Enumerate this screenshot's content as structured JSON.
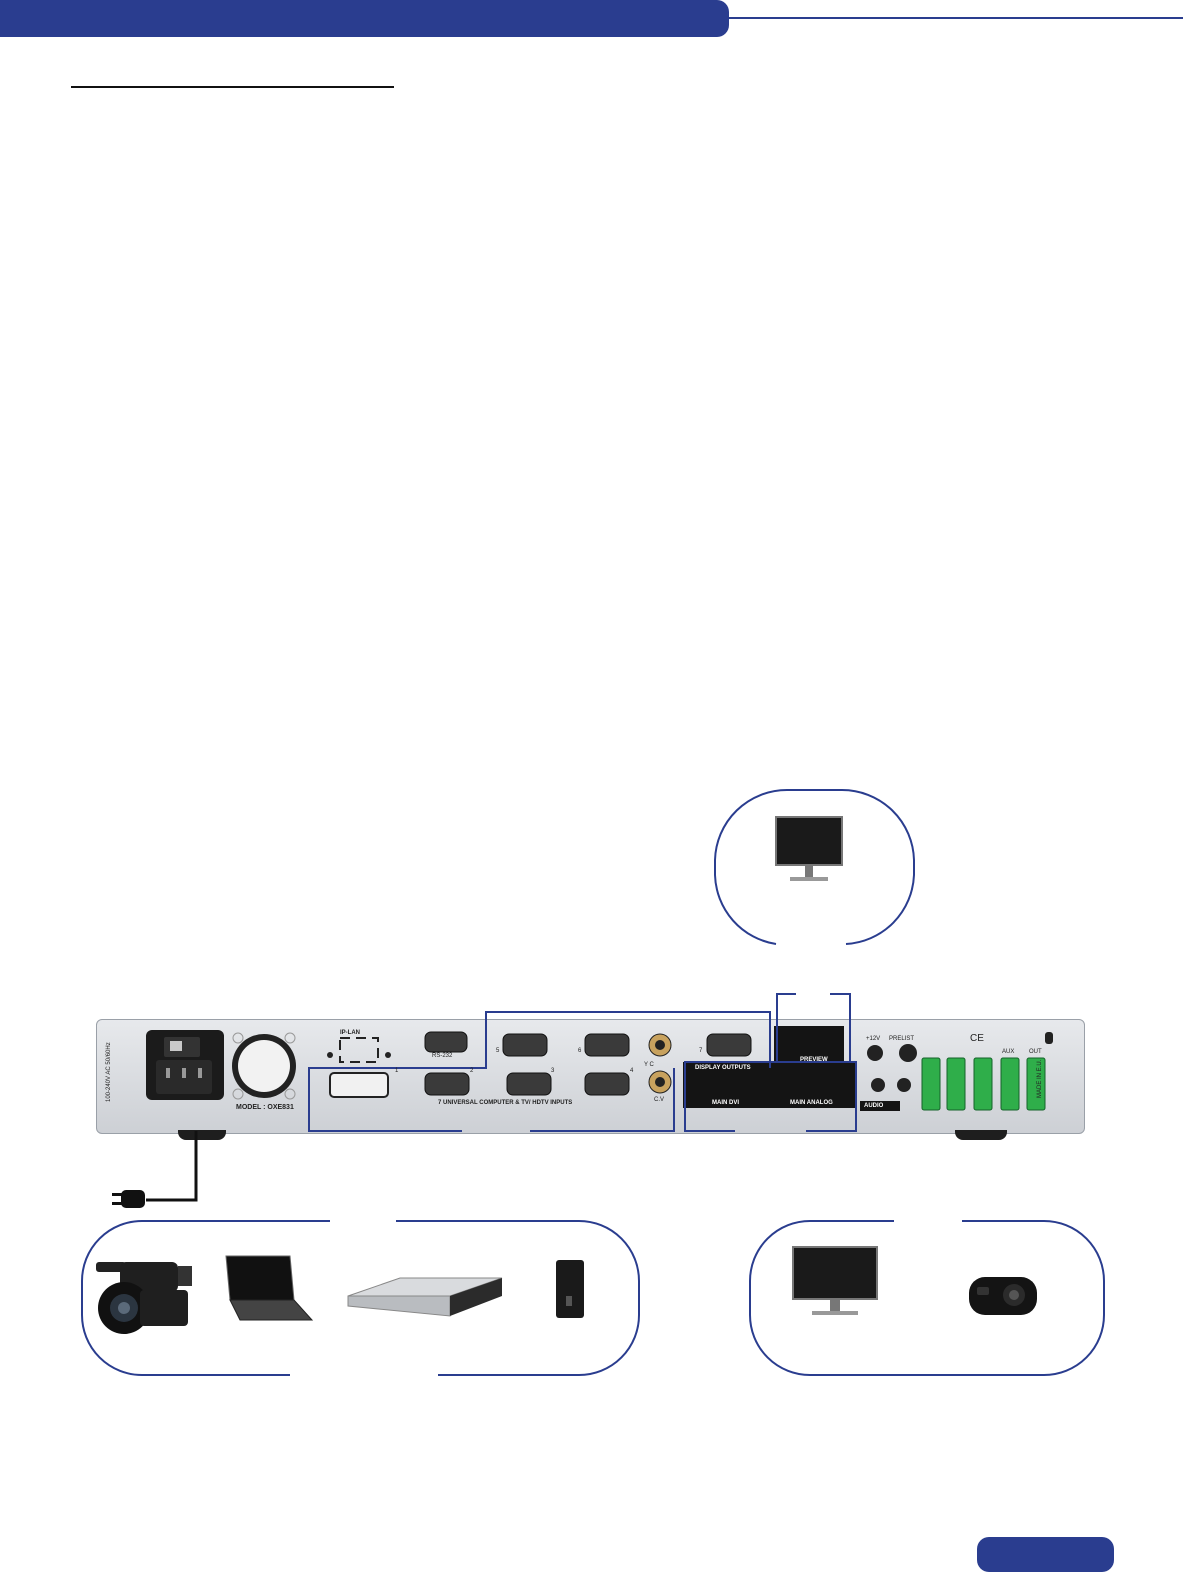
{
  "colors": {
    "accent": "#2a3d8f",
    "panel": "#d9dce0",
    "connector_green": "#2fae4a"
  },
  "device": {
    "model": "MODEL : OXE831",
    "ip_lan": "IP-LAN",
    "rs232": "RS-232",
    "input_group": "7 UNIVERSAL COMPUTER & TV/ HDTV INPUTS",
    "input_numbers": [
      "1",
      "2",
      "3",
      "4",
      "5",
      "6",
      "7"
    ],
    "yc": "Y C",
    "cv": "C.V",
    "display_outputs": "DISPLAY OUTPUTS",
    "main_dvi": "MAIN DVI",
    "main_analog": "MAIN ANALOG",
    "preview": "PREVIEW",
    "dc_in": "+12V",
    "prelist": "PRELIST",
    "audio": "AUDIO",
    "aux": "AUX",
    "out": "OUT",
    "made_in": "MADE IN E.U.",
    "ce": "CE",
    "power_rating": "100-240V AC 50/60Hz"
  },
  "icons": {
    "preview_monitor": "monitor-icon",
    "camera": "camcorder-icon",
    "laptop": "laptop-icon",
    "dvd": "dvd-player-icon",
    "tower": "pc-tower-icon",
    "output_monitor": "monitor-icon",
    "projector": "projector-icon",
    "plug": "power-plug-icon"
  }
}
